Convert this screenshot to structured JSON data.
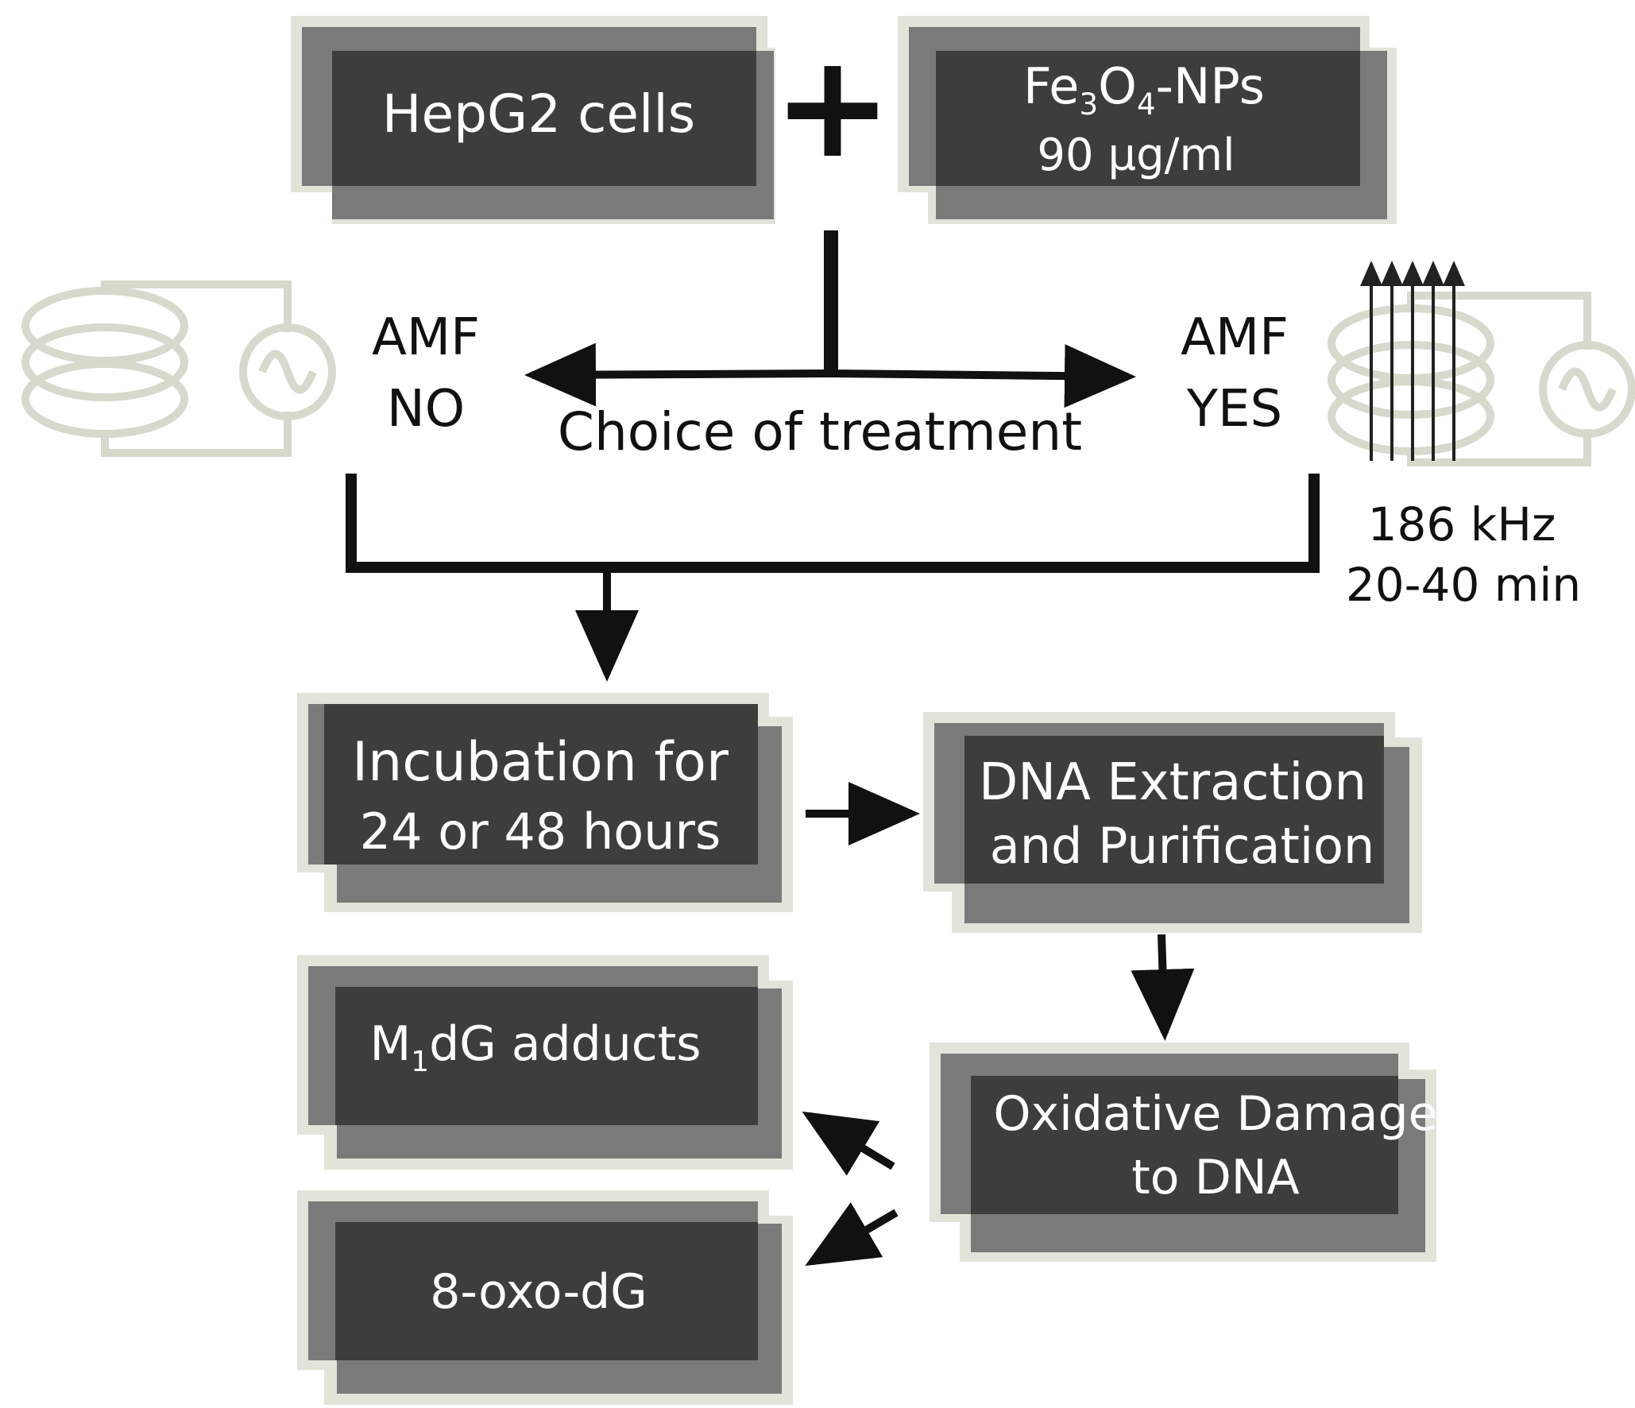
{
  "boxes": {
    "hepg2": {
      "label": "HepG2 cells"
    },
    "nps": {
      "label_main": "Fe",
      "sub1": "3",
      "label_o": "O",
      "sub2": "4",
      "label_tail": "-NPs",
      "concentration": "90 µg/ml"
    },
    "incubation": {
      "line1": "Incubation for",
      "line2": "24 or 48 hours"
    },
    "extraction": {
      "line1": "DNA Extraction",
      "line2": "and Purification"
    },
    "m1dg": {
      "label_m": "M",
      "sub": "1",
      "label_tail": "dG adducts"
    },
    "oxodg": {
      "label": "8-oxo-dG"
    },
    "oxidative": {
      "line1": "Oxidative Damage",
      "line2": "to DNA"
    }
  },
  "plus_sign": "+",
  "branch": {
    "choice_label": "Choice of treatment",
    "left_line1": "AMF",
    "left_line2": "NO",
    "right_line1": "AMF",
    "right_line2": "YES"
  },
  "field_params": {
    "frequency": "186 kHz",
    "duration": "20-40 min"
  },
  "colors": {
    "box_fill": "#3d3d3d",
    "box_shadow": "#7a7a7a",
    "box_halo": "#e2e4da",
    "icon_stroke": "#d7d9cd",
    "arrow": "#111111"
  }
}
